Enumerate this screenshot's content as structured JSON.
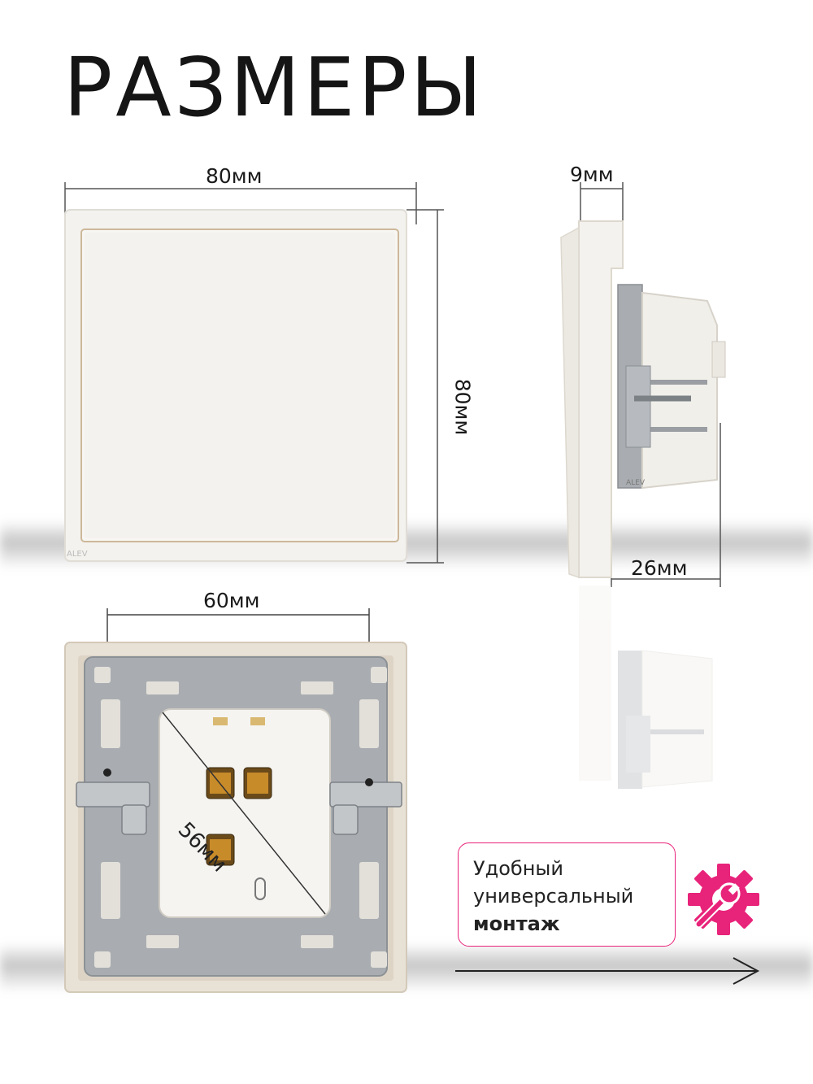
{
  "title": "РАЗМЕРЫ",
  "dimensions": {
    "front_width": "80мм",
    "front_height": "80мм",
    "side_thickness": "9мм",
    "side_depth": "26мм",
    "back_width": "60мм",
    "back_diagonal": "56мм"
  },
  "feature_card": {
    "line1": "Удобный",
    "line2": "универсальный",
    "line3": "монтаж"
  },
  "colors": {
    "accent": "#e8237a",
    "plate": "#f3f1ec",
    "metal": "#a9adb1",
    "text": "#151515"
  },
  "icons": {
    "gear": "gear-wrench-icon",
    "arrow": "arrow-right-icon"
  }
}
